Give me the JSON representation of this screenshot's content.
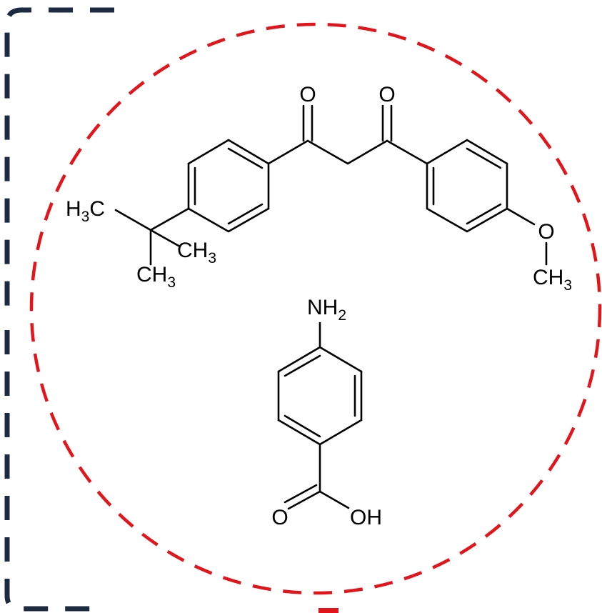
{
  "molecules": [
    {
      "id": "diketone",
      "atom_labels": {
        "carbonyl_left": "O",
        "carbonyl_right": "O",
        "methyl_left": [
          "H",
          "3",
          "C"
        ],
        "methyl_right": [
          "CH",
          "3"
        ],
        "methyl_bottom": [
          "CH",
          "3"
        ],
        "methoxy_oxygen": "O",
        "methoxy_methyl": [
          "CH",
          "3"
        ]
      }
    },
    {
      "id": "aminobenzoic-acid",
      "atom_labels": {
        "amine": [
          "NH",
          "2"
        ],
        "carboxyl_oxygen": "O",
        "hydroxyl": "OH"
      }
    }
  ],
  "colors": {
    "outer_frame": "#1c2b41",
    "circle_highlight": "#e4141b",
    "bonds": "#000000"
  }
}
